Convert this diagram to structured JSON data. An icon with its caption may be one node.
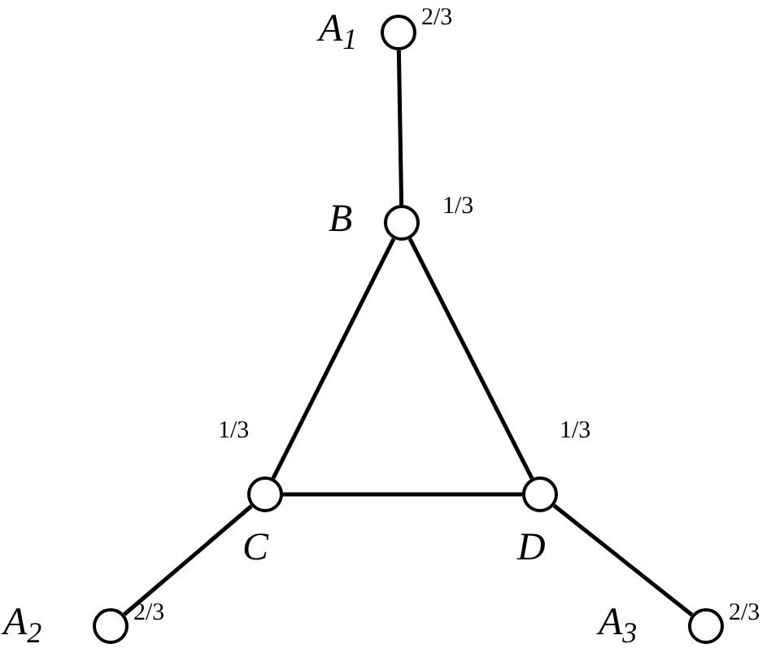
{
  "diagram": {
    "nodes": [
      {
        "text": [],
        "shape": "circle",
        "beside": [
          "A$_{1}$",
          "2/3"
        ]
      },
      {
        "text": [],
        "shape": "circle",
        "beside": [
          "B",
          "1/3"
        ]
      },
      {
        "text": [],
        "shape": "circle",
        "beside": [
          "C",
          "1/3"
        ]
      },
      {
        "text": [],
        "shape": "circle",
        "beside": [
          "D",
          "1/3"
        ]
      },
      {
        "text": [],
        "shape": "circle",
        "beside": [
          "A$_{2}$",
          "2/3"
        ]
      },
      {
        "text": [],
        "shape": "circle",
        "beside": [
          "A$_{3}$",
          "2/3"
        ]
      }
    ],
    "edges": [
      {
        "from": 0,
        "to": 1,
        "arrow": "none"
      },
      {
        "from": 1,
        "to": 2,
        "arrow": "none"
      },
      {
        "from": 1,
        "to": 3,
        "arrow": "none"
      },
      {
        "from": 2,
        "to": 3,
        "arrow": "none"
      },
      {
        "from": 2,
        "to": 4,
        "arrow": "none"
      },
      {
        "from": 3,
        "to": 5,
        "arrow": "none"
      }
    ]
  }
}
